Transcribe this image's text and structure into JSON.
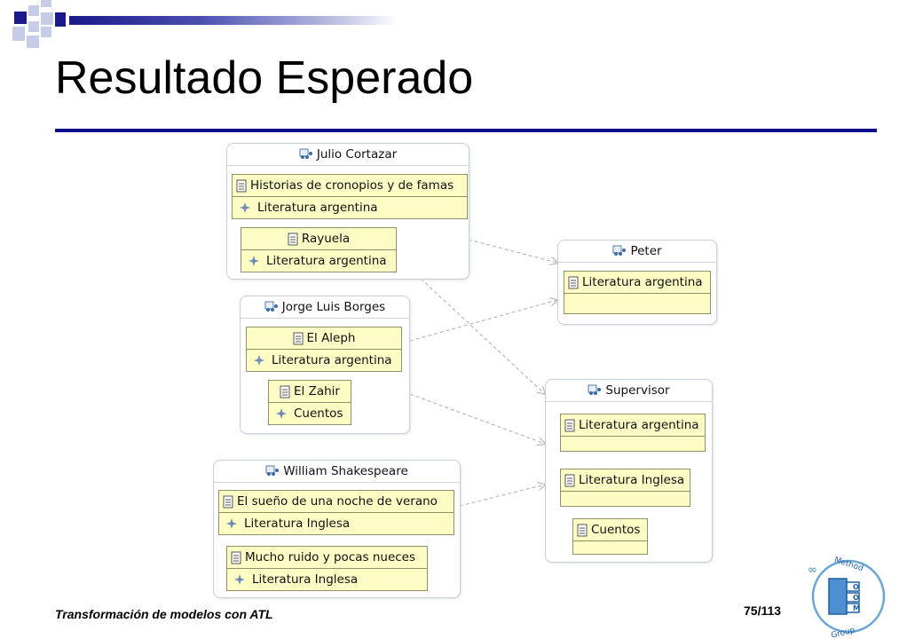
{
  "slide": {
    "title": "Resultado Esperado",
    "footer_left": "Transformación de modelos con ATL",
    "footer_right": "75/113"
  },
  "authors": [
    {
      "name": "Julio Cortazar",
      "books": [
        {
          "title": "Historias de cronopios y de famas",
          "genre": "Literatura argentina"
        },
        {
          "title": "Rayuela",
          "genre": "Literatura argentina"
        }
      ]
    },
    {
      "name": "Jorge Luis Borges",
      "books": [
        {
          "title": "El Aleph",
          "genre": "Literatura argentina"
        },
        {
          "title": "El Zahir",
          "genre": "Cuentos"
        }
      ]
    },
    {
      "name": "William Shakespeare",
      "books": [
        {
          "title": "El sueño de una noche de verano",
          "genre": "Literatura Inglesa"
        },
        {
          "title": "Mucho ruido y pocas nueces",
          "genre": "Literatura Inglesa"
        }
      ]
    }
  ],
  "readers": [
    {
      "name": "Peter",
      "genres": [
        "Literatura argentina"
      ]
    },
    {
      "name": "Supervisor",
      "genres": [
        "Literatura argentina",
        "Literatura Inglesa",
        "Cuentos"
      ]
    }
  ],
  "logo": {
    "text_top": "Method",
    "letters": [
      "O",
      "O",
      "M"
    ],
    "text_bottom": "Group"
  },
  "colors": {
    "accent": "#0b0b8c",
    "item_fill": "#fcfcc4"
  }
}
